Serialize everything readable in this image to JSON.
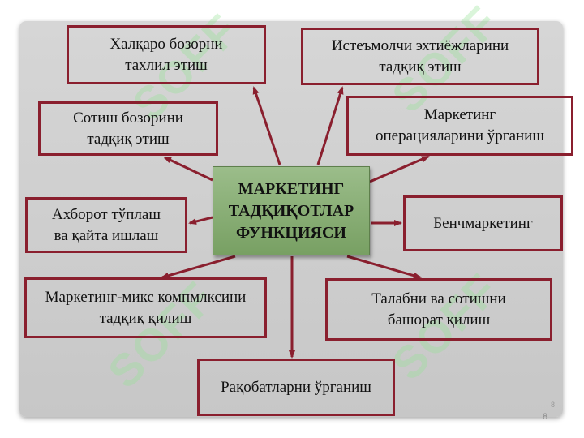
{
  "center": "МАРКЕТИНГ\nТАДҚИҚОТЛАР\nФУНКЦИЯСИ",
  "nodes": {
    "n1": "Халқаро бозорни\nтахлил этиш",
    "n2": "Истеъмолчи эхтиёжларини\nтадқиқ этиш",
    "n3": "Сотиш бозорини\nтадқиқ этиш",
    "n4": "Маркетинг\nоперацияларини ўрганиш",
    "n5": "Ахборот тўплаш\nва қайта ишлаш",
    "n6": "Бенчмаркетинг",
    "n7": "Маркетинг-микс компмлксини\nтадқиқ қилиш",
    "n8": "Талабни ва сотишни\nбашорат қилиш",
    "n9": "Рақобатларни ўрганиш"
  },
  "page_number": "8",
  "page_number_small": "8",
  "watermark": "SOFF",
  "colors": {
    "border": "#8a1f2e",
    "center_fill": "#8db07a",
    "panel": "#cfcfcf"
  }
}
